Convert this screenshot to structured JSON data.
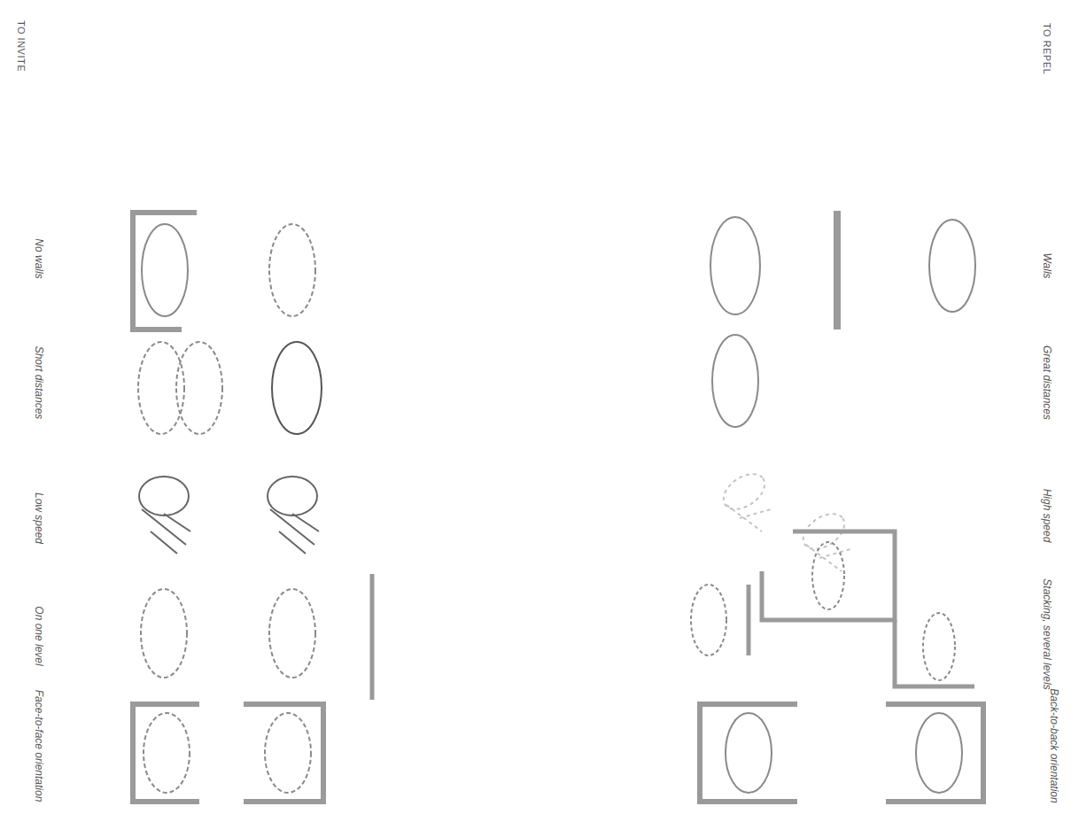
{
  "diagram": {
    "labels": [
      "TO INVITE",
      "No walls",
      "Short distances",
      "Low speed",
      "On one level",
      "Face-to-face orientation",
      "TO REPEL",
      "Walls",
      "Great distances",
      "High speed",
      "Stacking, several levels",
      "Back-to-back orientation"
    ]
  }
}
